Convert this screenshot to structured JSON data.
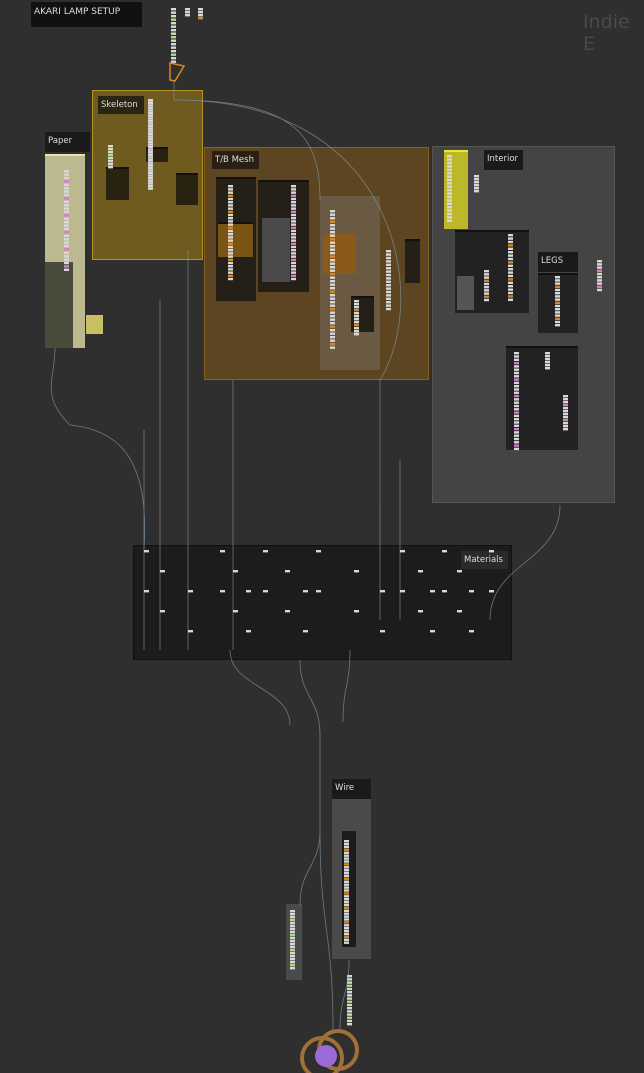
{
  "network": {
    "title": "AKARI LAMP SETUP",
    "watermark": "Indie E",
    "boxes": {
      "skeleton": "Skeleton",
      "paper": "Paper",
      "tb_mesh": "T/B Mesh",
      "interior": "Interior",
      "legs": "LEGS",
      "materials": "Materials",
      "wire": "Wire"
    }
  },
  "colors": {
    "background": "#2f2f2f",
    "skeleton": "#6f5b1f",
    "tb_mesh": "#5c4520",
    "interior": "#444444",
    "materials": "#1c1c1c",
    "paper": "#bdb98e",
    "wire_color": "#7f95a8",
    "node": "#d8d8d8",
    "node_orange": "#d98a1e",
    "node_green": "#a8e07a",
    "node_pink": "#d87ad0"
  }
}
